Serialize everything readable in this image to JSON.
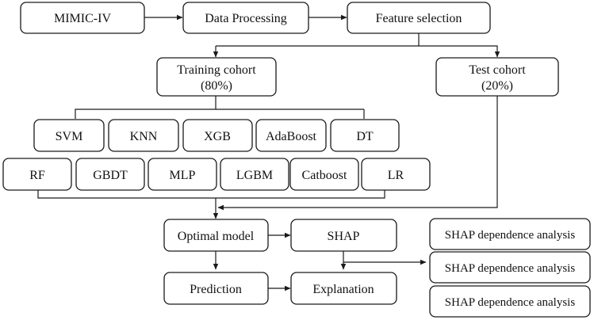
{
  "diagram": {
    "nodes": {
      "mimic": {
        "label": "MIMIC-IV"
      },
      "processing": {
        "label": "Data Processing"
      },
      "feature": {
        "label": "Feature selection"
      },
      "training": {
        "line1": "Training cohort",
        "line2": "(80%)"
      },
      "test": {
        "line1": "Test cohort",
        "line2": "(20%)"
      },
      "svm": {
        "label": "SVM"
      },
      "knn": {
        "label": "KNN"
      },
      "xgb": {
        "label": "XGB"
      },
      "adaboost": {
        "label": "AdaBoost"
      },
      "dt": {
        "label": "DT"
      },
      "rf": {
        "label": "RF"
      },
      "gbdt": {
        "label": "GBDT"
      },
      "mlp": {
        "label": "MLP"
      },
      "lgbm": {
        "label": "LGBM"
      },
      "catboost": {
        "label": "Catboost"
      },
      "lr": {
        "label": "LR"
      },
      "optimal": {
        "label": "Optimal model"
      },
      "shap": {
        "label": "SHAP"
      },
      "prediction": {
        "label": "Prediction"
      },
      "explanation": {
        "label": "Explanation"
      },
      "dep1": {
        "label": "SHAP dependence analysis"
      },
      "dep2": {
        "label": "SHAP dependence analysis"
      },
      "dep3": {
        "label": "SHAP dependence analysis"
      }
    },
    "colors": {
      "stroke": "#1a1a1a",
      "fill": "#ffffff",
      "text": "#111111"
    }
  }
}
